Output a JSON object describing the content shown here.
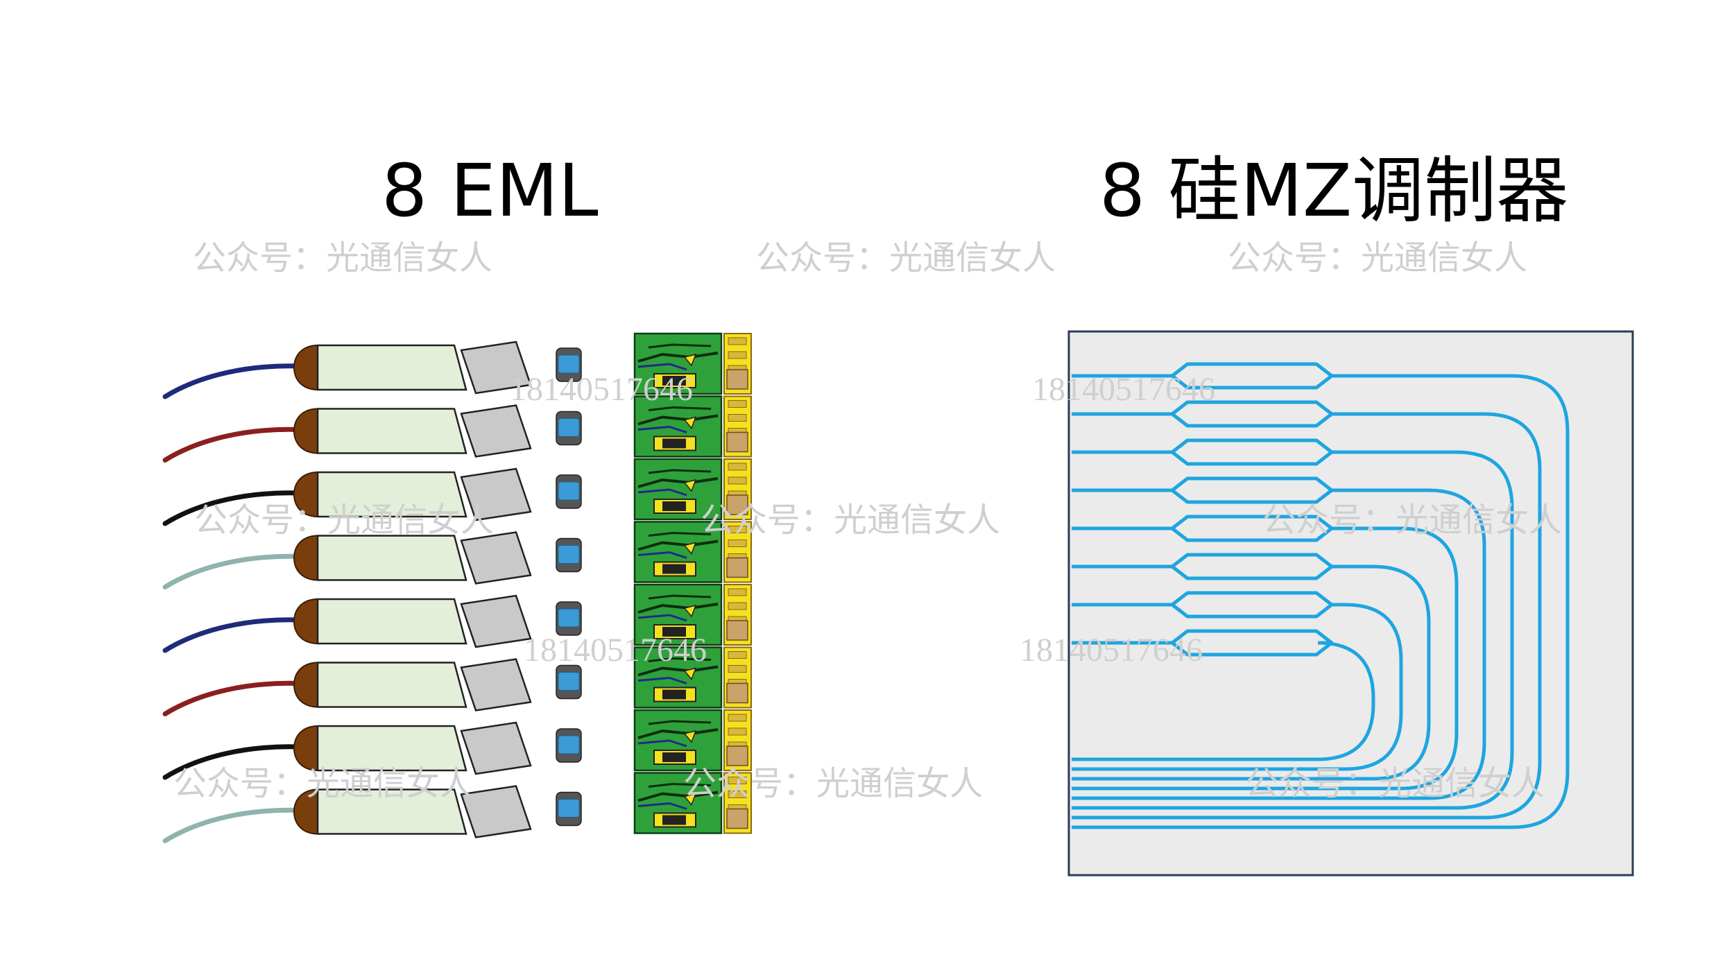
{
  "titles": {
    "left": "8 EML",
    "right": "8 硅MZ调制器"
  },
  "watermarks": {
    "text": "公众号：光通信女人",
    "number": "18140517646"
  },
  "colors": {
    "background": "#ffffff",
    "fiber_colors": [
      "#1f2a7a",
      "#8b1f1f",
      "#111111",
      "#8fb3ad",
      "#1f2a7a",
      "#8b1f1f",
      "#111111",
      "#8fb3ad"
    ],
    "ferrule": "#7a3e0c",
    "laser_body": "#e3efd9",
    "lens_plate": "#c9c9c9",
    "isolator": "#3a9bd6",
    "pcb_green": "#2fa13a",
    "pad_yellow": "#f5e020",
    "chip_bg": "#ebebeb",
    "waveguide": "#1ea5e0"
  },
  "diagram": {
    "eml_count": 8,
    "mz_count": 8
  }
}
